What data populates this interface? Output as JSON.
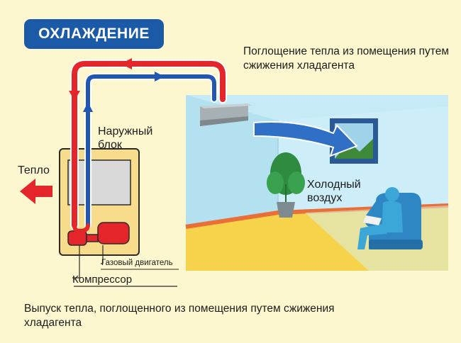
{
  "title": "ОХЛАЖДЕНИЕ",
  "labels": {
    "absorption": "Поглощение тепла из помещения путем сжижения хладагента",
    "outdoor_unit": "Наружный блок",
    "heat": "Тепло",
    "cold_air": "Холодный воздух",
    "gas_engine": "Газовый двигатель",
    "compressor": "Компрессор",
    "release": "Выпуск тепла, поглощенного из помещения путем сжижения хладагента"
  },
  "colors": {
    "badge": "#1b5aa6",
    "hot_pipe": "#e4262b",
    "cold_pipe": "#1f57b3",
    "outdoor_unit": "#f7dd8b",
    "room_wall": "#bfe7f4",
    "room_floor": "#f8d44a",
    "floor_trim": "#ea6f3a",
    "cold_air_arrow": "#2f6fc6",
    "person": "#39a6d7"
  }
}
